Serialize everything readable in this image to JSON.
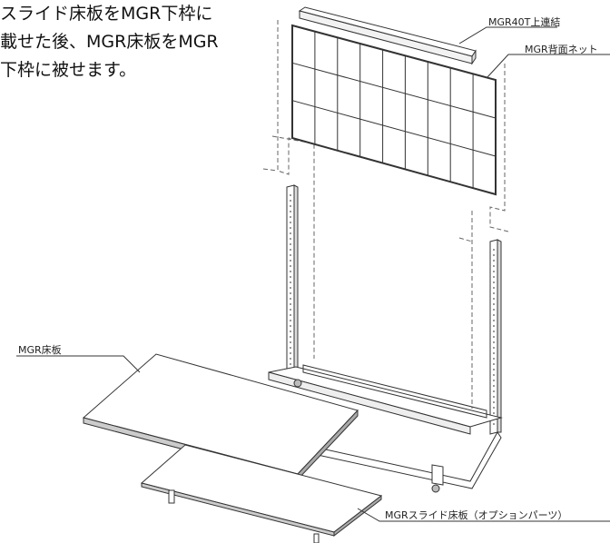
{
  "instruction": {
    "lines": [
      "スライド床板をMGR下枠に",
      "載せた後、MGR床板をMGR",
      "下枠に被せます。"
    ]
  },
  "labels": {
    "top_connector": "MGR40T上連結",
    "back_net": "MGR背面ネット",
    "floor_board": "MGR床板",
    "slide_floor_board": "MGRスライド床板（オプションパーツ）"
  }
}
